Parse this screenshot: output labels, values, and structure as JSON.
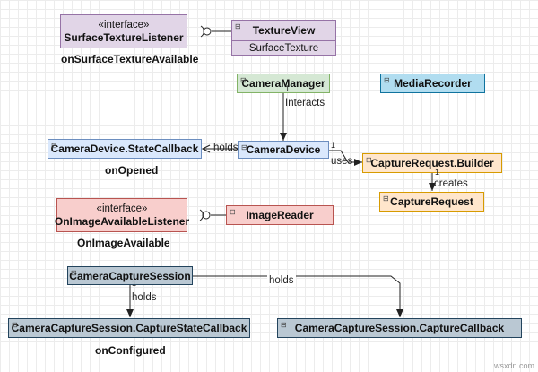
{
  "nodes": {
    "surface_texture_listener": {
      "stereotype": "«interface»",
      "name": "SurfaceTextureListener",
      "caption": "onSurfaceTextureAvailable"
    },
    "texture_view": {
      "name": "TextureView",
      "attribute": "SurfaceTexture"
    },
    "camera_manager": {
      "name": "CameraManager"
    },
    "media_recorder": {
      "name": "MediaRecorder"
    },
    "camera_device_state_callback": {
      "name": "CameraDevice.StateCallback",
      "caption": "onOpened"
    },
    "camera_device": {
      "name": "CameraDevice"
    },
    "capture_request_builder": {
      "name": "CaptureRequest.Builder"
    },
    "capture_request": {
      "name": "CaptureRequest"
    },
    "image_available_listener": {
      "stereotype": "«interface»",
      "name": "OnImageAvailableListener",
      "caption": "OnImageAvailable"
    },
    "image_reader": {
      "name": "ImageReader"
    },
    "camera_capture_session": {
      "name": "CameraCaptureSession"
    },
    "capture_state_callback": {
      "name": "CameraCaptureSession.CaptureStateCallback",
      "caption": "onConfigured"
    },
    "capture_callback": {
      "name": "CameraCaptureSession.CaptureCallback"
    }
  },
  "edges": {
    "interacts": "Interacts",
    "holds_state_callback": "holds",
    "uses": "uses",
    "creates": "creates",
    "session_holds_state": "holds",
    "session_holds_callback": "holds",
    "multiplicity": "1"
  },
  "watermark": "wsxdn.com",
  "colors": {
    "purple_fill": "#e1d5e7",
    "purple_stroke": "#9673a6",
    "green_fill": "#d5e8d4",
    "green_stroke": "#82b366",
    "cyan_fill": "#b1ddf0",
    "cyan_stroke": "#10739e",
    "blue_fill": "#dae8fc",
    "blue_stroke": "#6c8ebf",
    "orange_fill": "#ffe6cc",
    "orange_stroke": "#d79b00",
    "red_fill": "#f8cecc",
    "red_stroke": "#b85450",
    "gray_fill": "#bac8d3",
    "gray_stroke": "#23445d"
  }
}
